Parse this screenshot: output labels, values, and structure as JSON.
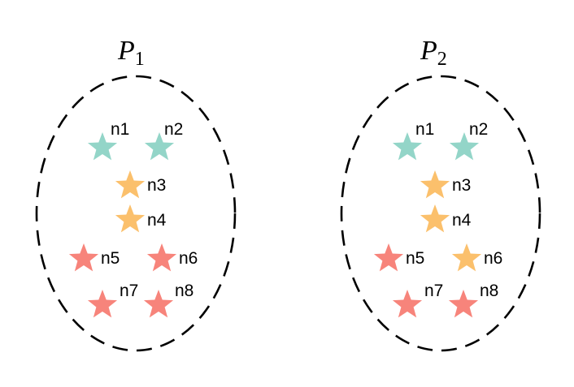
{
  "colors": {
    "teal": "#93d5c8",
    "orange": "#fbc06c",
    "red": "#f7847b",
    "outline": "#000000"
  },
  "partitions": [
    {
      "title": "P",
      "subscript": "1",
      "nodes": [
        {
          "id": "n1",
          "label": "n1",
          "color": "teal"
        },
        {
          "id": "n2",
          "label": "n2",
          "color": "teal"
        },
        {
          "id": "n3",
          "label": "n3",
          "color": "orange"
        },
        {
          "id": "n4",
          "label": "n4",
          "color": "orange"
        },
        {
          "id": "n5",
          "label": "n5",
          "color": "red"
        },
        {
          "id": "n6",
          "label": "n6",
          "color": "red"
        },
        {
          "id": "n7",
          "label": "n7",
          "color": "red"
        },
        {
          "id": "n8",
          "label": "n8",
          "color": "red"
        }
      ]
    },
    {
      "title": "P",
      "subscript": "2",
      "nodes": [
        {
          "id": "n1",
          "label": "n1",
          "color": "teal"
        },
        {
          "id": "n2",
          "label": "n2",
          "color": "teal"
        },
        {
          "id": "n3",
          "label": "n3",
          "color": "orange"
        },
        {
          "id": "n4",
          "label": "n4",
          "color": "orange"
        },
        {
          "id": "n5",
          "label": "n5",
          "color": "red"
        },
        {
          "id": "n6",
          "label": "n6",
          "color": "orange"
        },
        {
          "id": "n7",
          "label": "n7",
          "color": "red"
        },
        {
          "id": "n8",
          "label": "n8",
          "color": "red"
        }
      ]
    }
  ]
}
